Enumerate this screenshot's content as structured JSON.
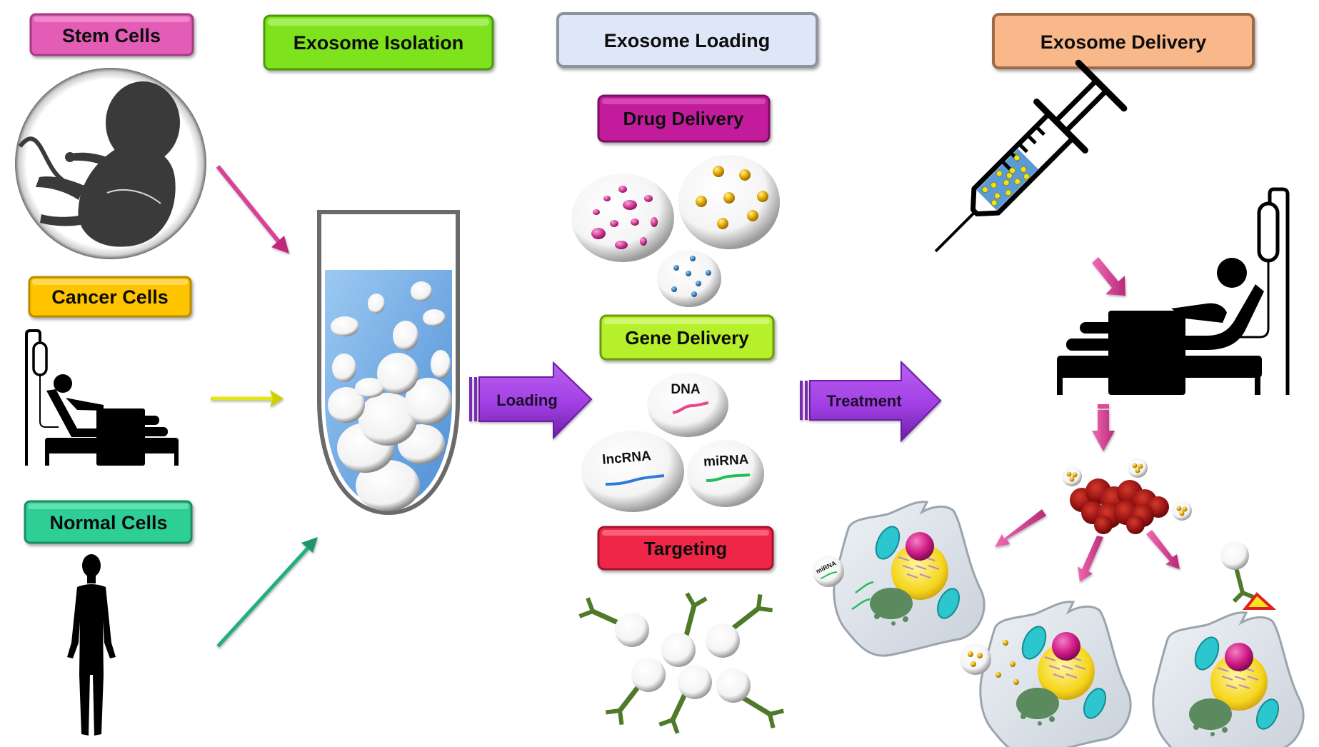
{
  "title": "Exosome isolation, loading and delivery workflow",
  "headers": {
    "stem_cells": "Stem Cells",
    "cancer_cells": "Cancer Cells",
    "normal_cells": "Normal Cells",
    "exosome_isolation": "Exosome Isolation",
    "exosome_loading": "Exosome Loading",
    "exosome_delivery": "Exosome Delivery"
  },
  "loading_categories": {
    "drug_delivery": "Drug Delivery",
    "gene_delivery": "Gene Delivery",
    "targeting": "Targeting"
  },
  "gene_cargo": {
    "dna": "DNA",
    "lncrna": "lncRNA",
    "mirna": "miRNA"
  },
  "process_arrows": {
    "loading": "Loading",
    "treatment": "Treatment"
  },
  "cell_labels": {
    "mirna_exosome": "miRNA"
  },
  "colors": {
    "stem_cells": "#e35bb5",
    "cancer_cells": "#ffc400",
    "normal_cells": "#2ecf96",
    "exosome_isolation": "#7ee31e",
    "exosome_loading": "#dde7f7",
    "exosome_delivery": "#f9b88a",
    "drug_delivery": "#c21e9c",
    "gene_delivery": "#b6f02a",
    "targeting": "#f0284a",
    "process_arrow": "#a743e6",
    "pink_arrow": "#e0489a",
    "yellow_arrow": "#e8e818",
    "green_arrow": "#24b27a",
    "tube_liquid": "#6aa8e6",
    "tumor": "#9a1414"
  },
  "icons": {
    "embryo": "fetus-icon",
    "patient_bed": "hospital-bed-icon",
    "human": "human-silhouette-icon",
    "syringe": "syringe-icon",
    "tube": "test-tube-icon",
    "antibody": "antibody-icon"
  }
}
